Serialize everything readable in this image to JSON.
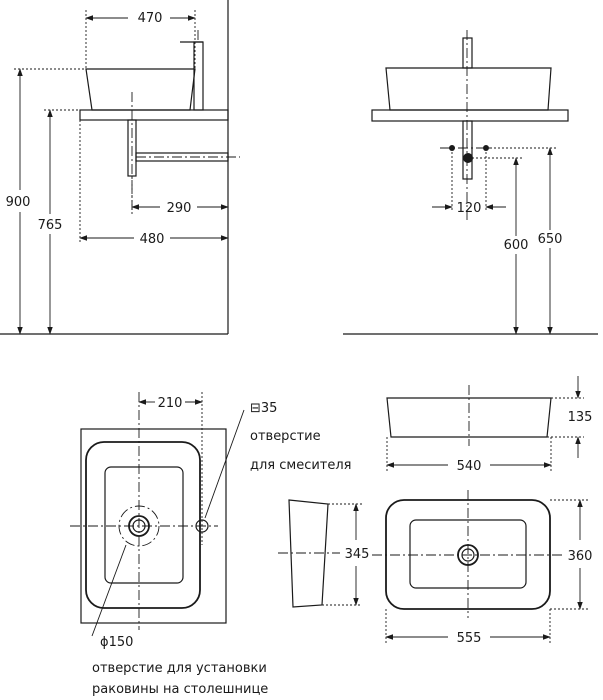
{
  "side_view": {
    "dim_width_top": "470",
    "dim_height_total": "900",
    "dim_height_counter": "765",
    "dim_tap_offset": "290",
    "dim_counter_depth": "480"
  },
  "front_view": {
    "dim_drain_spacing": "120",
    "dim_drain_height": "600",
    "dim_pipe_height": "650"
  },
  "plan_view": {
    "dim_tap_offset": "210",
    "tap_hole_size": "⊟35",
    "tap_hole_label_line1": "отверстие",
    "tap_hole_label_line2": "для смесителя",
    "cutout_diameter": "ϕ150",
    "cutout_label_line1": "отверстие для установки",
    "cutout_label_line2": "раковины на столешнице"
  },
  "basin_views": {
    "dim_height": "135",
    "dim_top_width": "540",
    "dim_side_depth": "345",
    "dim_depth": "360",
    "dim_length": "555"
  }
}
